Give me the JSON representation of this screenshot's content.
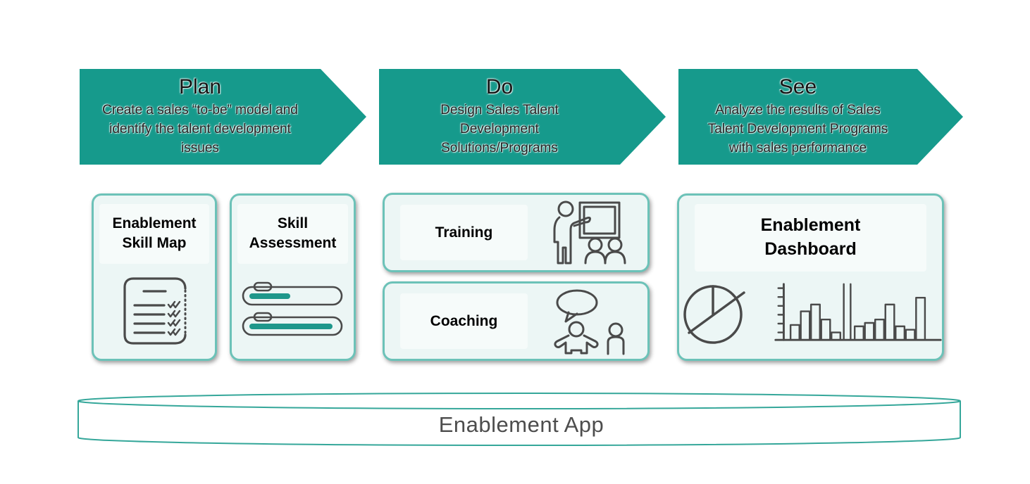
{
  "diagram": {
    "steps": [
      {
        "title": "Plan",
        "description": "Create a sales “to-be” model and identify the talent development issues"
      },
      {
        "title": "Do",
        "description": "Design Sales Talent Development Solutions/Programs"
      },
      {
        "title": "See",
        "description": "Analyze the results of Sales Talent Development Programs with sales performance"
      }
    ],
    "plan_cards": [
      {
        "title": "Enablement Skill Map",
        "icon": "checklist-document-icon"
      },
      {
        "title": "Skill Assessment",
        "icon": "sliders-icon"
      }
    ],
    "do_cards": [
      {
        "title": "Training",
        "icon": "presenter-whiteboard-icon"
      },
      {
        "title": "Coaching",
        "icon": "speech-bubble-people-icon"
      }
    ],
    "see_card": {
      "title": "Enablement Dashboard",
      "icons": [
        "pie-chart-icon",
        "bar-chart-icon"
      ]
    },
    "platform": {
      "label": "Enablement App"
    }
  },
  "colors": {
    "arrow_fill": "#169a8c",
    "arrow_text": "#141414",
    "card_background": "#ecf6f5",
    "card_border": "#6cc2b8",
    "card_title_text": "#000000",
    "icon_stroke": "#4a4a4a",
    "slider_fill": "#1e978b",
    "cylinder_stroke": "#35a79a",
    "platform_text": "#4d4d4d"
  }
}
